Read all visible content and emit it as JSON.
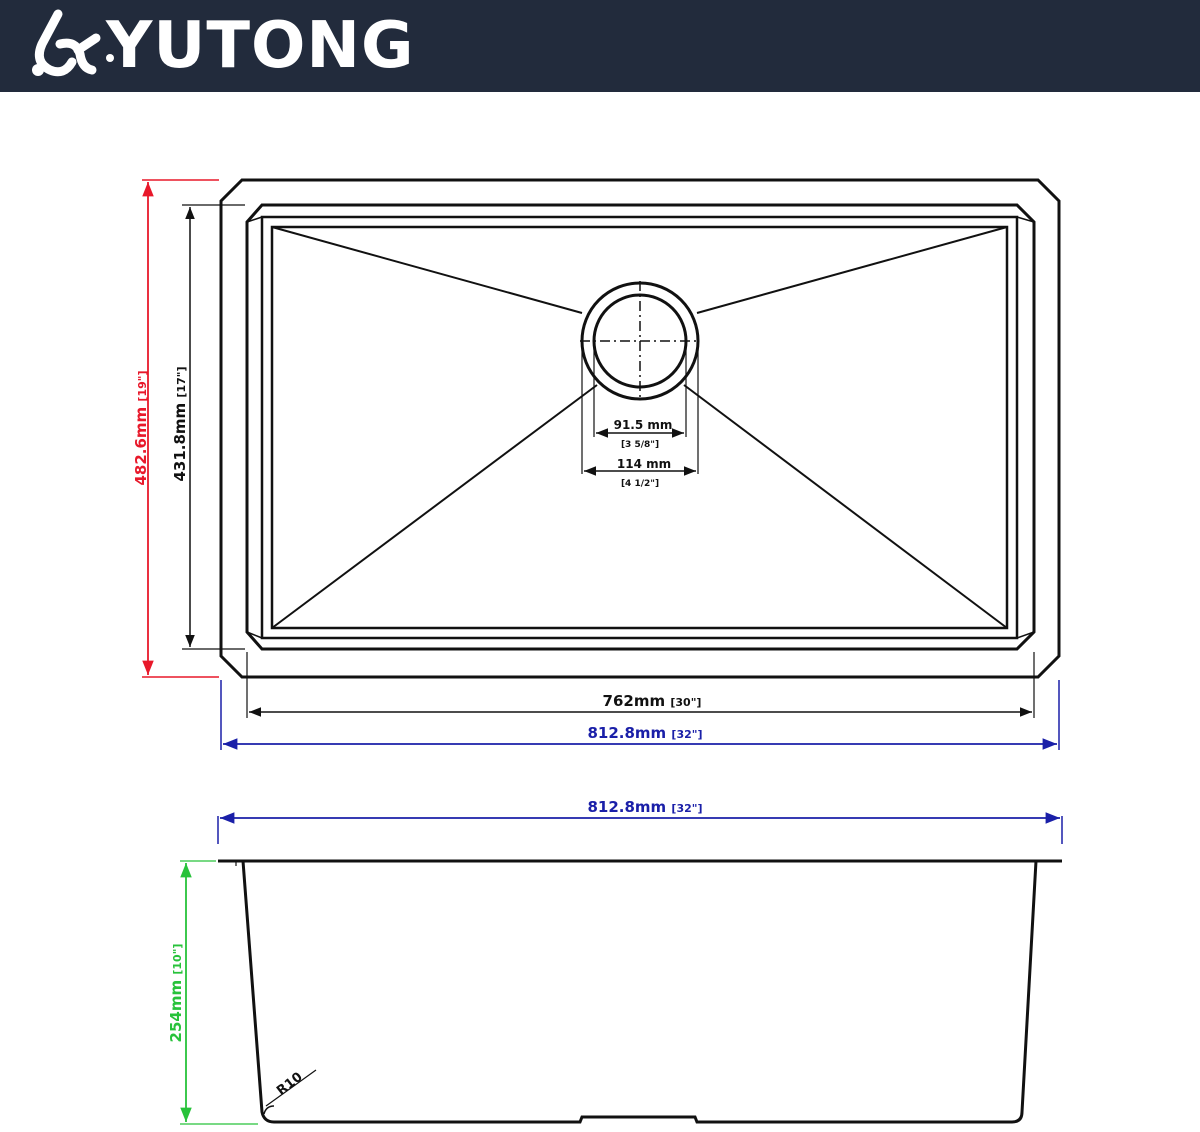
{
  "brand": {
    "name": "YUTONG",
    "logo_icon": "yutong-logo-icon"
  },
  "colors": {
    "header_bg": "#222b3c",
    "line": "#111111",
    "height_outer": "#e8182a",
    "width_outer": "#1a1fa8",
    "depth": "#27c23a"
  },
  "top_view": {
    "outer_height": "482.6mm",
    "outer_height_in": "[19\"]",
    "inner_height": "431.8mm",
    "inner_height_in": "[17\"]",
    "inner_width": "762mm",
    "inner_width_in": "[30\"]",
    "outer_width": "812.8mm",
    "outer_width_in": "[32\"]",
    "drain_inner": "91.5 mm",
    "drain_inner_in": "[3 5/8\"]",
    "drain_outer": "114 mm",
    "drain_outer_in": "[4 1/2\"]"
  },
  "side_view": {
    "width": "812.8mm",
    "width_in": "[32\"]",
    "depth": "254mm",
    "depth_in": "[10\"]",
    "corner_radius": "R10"
  }
}
